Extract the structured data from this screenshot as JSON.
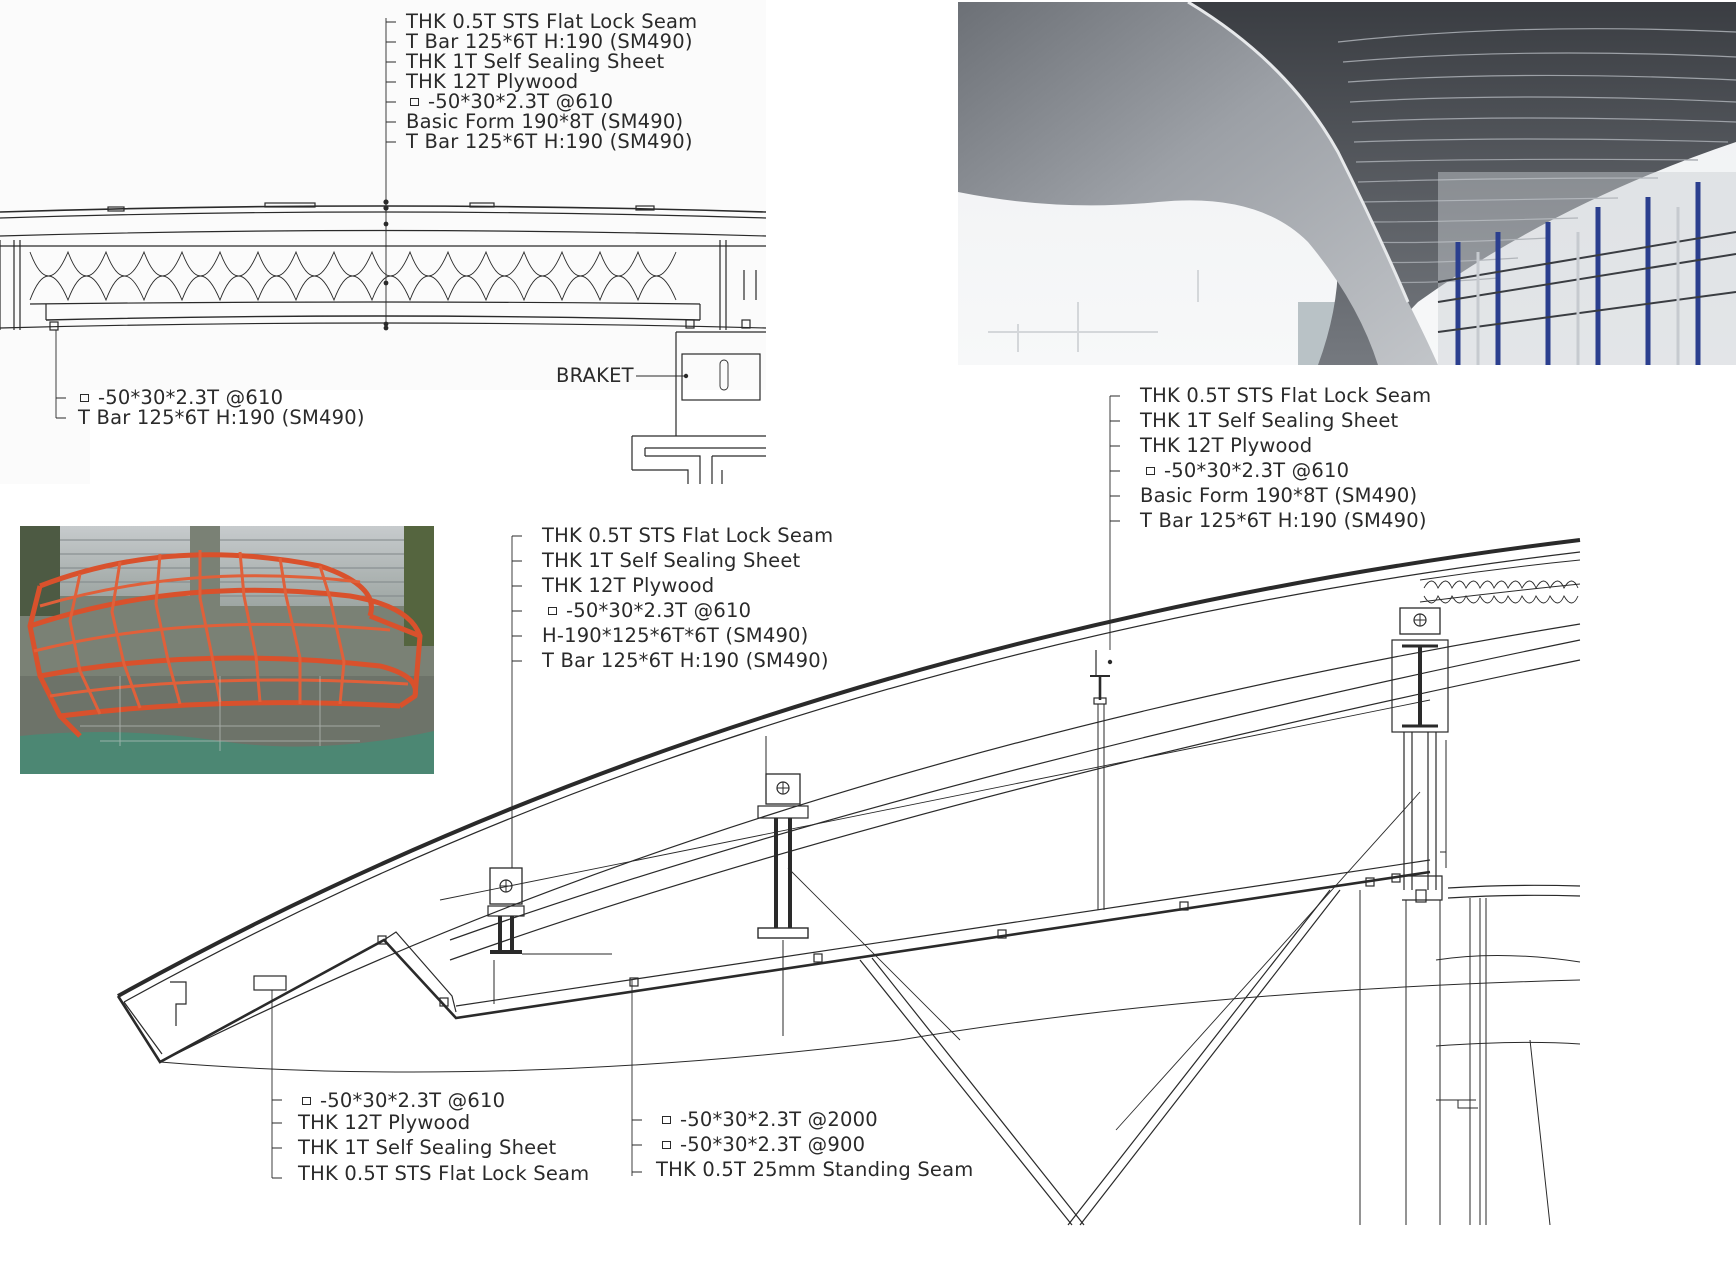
{
  "labels": {
    "top_stack": [
      "THK 0.5T STS Flat Lock Seam",
      "T Bar 125*6T H:190 (SM490)",
      "THK 1T Self Sealing Sheet",
      "THK 12T Plywood",
      "-50*30*2.3T @610",
      "Basic Form 190*8T (SM490)",
      "T Bar 125*6T H:190 (SM490)"
    ],
    "top_left_stack": [
      "-50*30*2.3T @610",
      "T Bar 125*6T H:190 (SM490)"
    ],
    "braket": "BRAKET",
    "mid_stack": [
      "THK 0.5T STS Flat Lock Seam",
      "THK 1T Self Sealing Sheet",
      "THK 12T Plywood",
      "-50*30*2.3T @610",
      "H-190*125*6T*6T (SM490)",
      "T Bar 125*6T H:190 (SM490)"
    ],
    "right_stack": [
      "THK 0.5T STS Flat Lock Seam",
      "THK 1T Self Sealing Sheet",
      "THK 12T Plywood",
      "-50*30*2.3T @610",
      "Basic Form 190*8T (SM490)",
      "T Bar 125*6T H:190 (SM490)"
    ],
    "bottom_left_stack": [
      "-50*30*2.3T @610",
      "THK 12T Plywood",
      "THK 1T Self Sealing Sheet",
      "THK 0.5T STS Flat Lock Seam"
    ],
    "bottom_mid_stack": [
      "-50*30*2.3T @2000",
      "-50*30*2.3T @900",
      "THK 0.5T 25mm Standing Seam"
    ]
  },
  "colors": {
    "line": "#2a2a2a",
    "steel_frame": "#d9512c",
    "cladding": "#8d9197"
  }
}
